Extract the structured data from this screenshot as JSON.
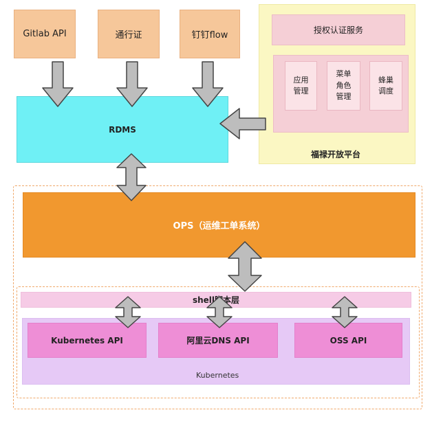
{
  "sources": [
    "Gitlab API",
    "通行证",
    "钉钉flow"
  ],
  "rdms": "RDMS",
  "platform": {
    "title": "福禄开放平台",
    "auth": "授权认证服务",
    "modules": [
      "应用\n管理",
      "菜单\n角色\n管理",
      "蜂巢\n调度"
    ]
  },
  "ops": "OPS（运维工单系统）",
  "shell": "shell脚本层",
  "kubernetes": {
    "label": "Kubernetes",
    "apis": [
      "Kubernetes API",
      "阿里云DNS API",
      "OSS API"
    ]
  },
  "colors": {
    "source": "#f6c79a",
    "rdms": "#6ff0f5",
    "platform": "#fbf7c3",
    "auth": "#f5cfd6",
    "ops": "#f1982f",
    "shell": "#f6cbe6",
    "kubernetes": "#e6c9f6",
    "api": "#ee8ed6",
    "arrow": "#bdbdbd"
  }
}
